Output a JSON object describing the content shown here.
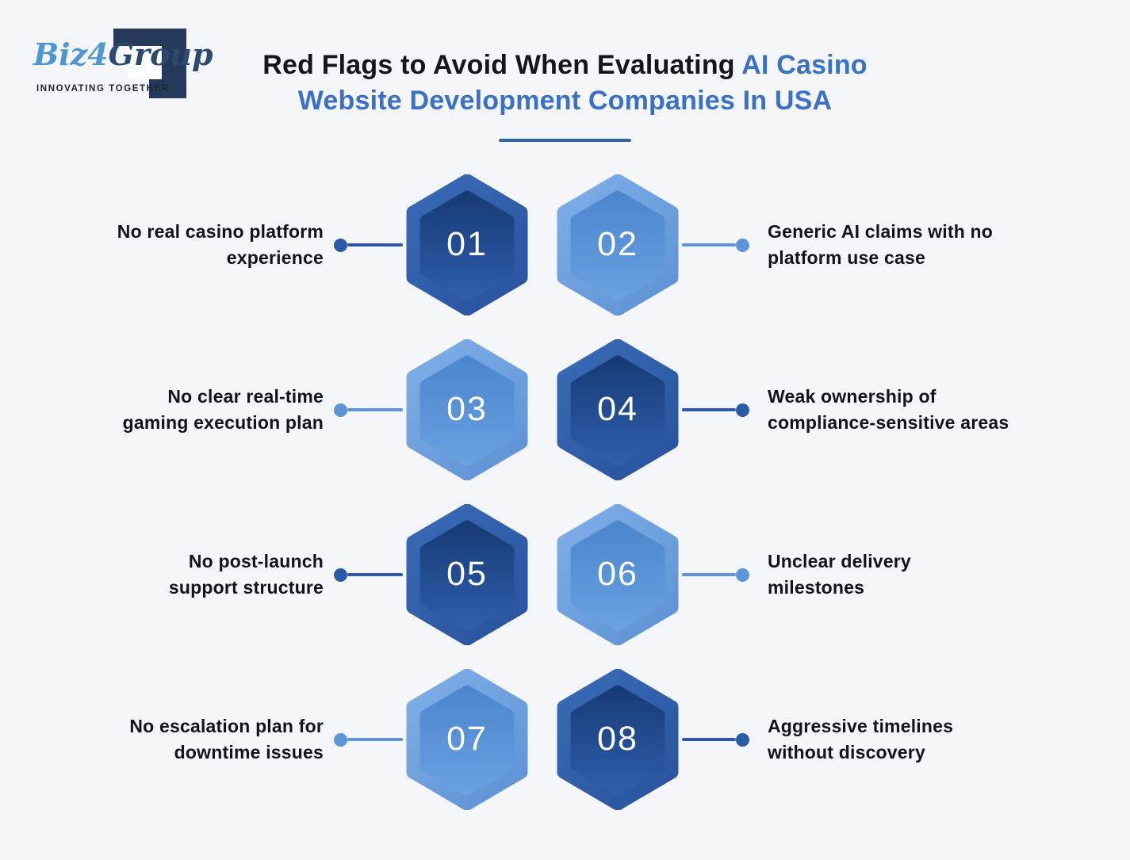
{
  "logo": {
    "brand_light": "Biz",
    "brand_num": "4",
    "brand_dark": "Group",
    "tagline": "INNOVATING TOGETHER"
  },
  "title": {
    "prefix": "Red Flags to Avoid When Evaluating ",
    "highlight_line1": "AI Casino",
    "highlight_line2": "Website Development Companies In USA"
  },
  "colors": {
    "background": "#f4f6f9",
    "title_dark": "#15151d",
    "title_highlight": "#3a70c6",
    "dark_connector": "#2d5aa8",
    "light_connector": "#5e94d8",
    "dark_hex_outer": "#3a69b5",
    "dark_hex_inner": "#173a73",
    "light_hex_outer": "#80b1e9",
    "light_hex_inner": "#4b85cc",
    "logo_light": "#4f96d4",
    "logo_dark": "#2c4a6e"
  },
  "rows": [
    {
      "left": {
        "l1": "No real casino platform",
        "l2": "experience"
      },
      "hex1": {
        "number": "01",
        "variant": "dark"
      },
      "hex2": {
        "number": "02",
        "variant": "light"
      },
      "right": {
        "l1": "Generic AI claims with no",
        "l2": "platform use case"
      }
    },
    {
      "left": {
        "l1": "No clear real-time",
        "l2": "gaming execution plan"
      },
      "hex1": {
        "number": "03",
        "variant": "light"
      },
      "hex2": {
        "number": "04",
        "variant": "dark"
      },
      "right": {
        "l1": "Weak ownership of",
        "l2": "compliance-sensitive areas"
      }
    },
    {
      "left": {
        "l1": "No post-launch",
        "l2": "support structure"
      },
      "hex1": {
        "number": "05",
        "variant": "dark"
      },
      "hex2": {
        "number": "06",
        "variant": "light"
      },
      "right": {
        "l1": "Unclear delivery",
        "l2": "milestones"
      }
    },
    {
      "left": {
        "l1": "No escalation plan for",
        "l2": "downtime issues"
      },
      "hex1": {
        "number": "07",
        "variant": "light"
      },
      "hex2": {
        "number": "08",
        "variant": "dark"
      },
      "right": {
        "l1": "Aggressive timelines",
        "l2": "without discovery"
      }
    }
  ]
}
